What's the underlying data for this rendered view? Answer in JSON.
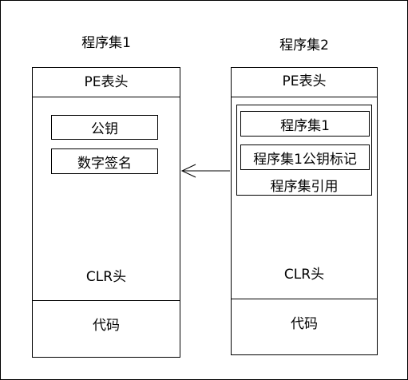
{
  "assembly1": {
    "title": "程序集1",
    "pe_header": "PE表头",
    "public_key": "公钥",
    "digital_signature": "数字签名",
    "clr_header": "CLR头",
    "code": "代码"
  },
  "assembly2": {
    "title": "程序集2",
    "pe_header": "PE表头",
    "reference_box": {
      "assembly_name": "程序集1",
      "public_key_token": "程序集1公钥标记",
      "caption": "程序集引用"
    },
    "clr_header": "CLR头",
    "code": "代码"
  }
}
